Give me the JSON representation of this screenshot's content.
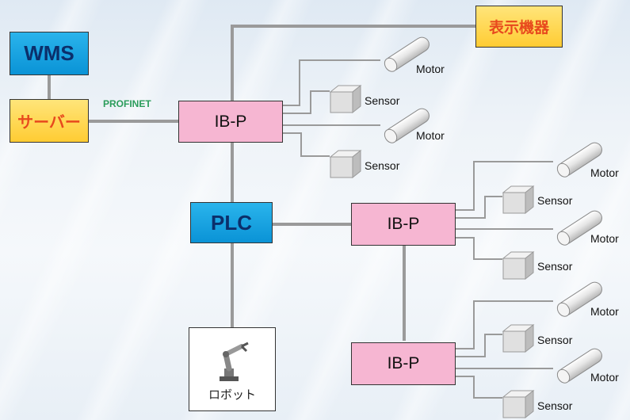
{
  "nodes": {
    "wms": "WMS",
    "server": "サーバー",
    "display": "表示機器",
    "plc": "PLC",
    "ibp1": "IB-P",
    "ibp2": "IB-P",
    "ibp3": "IB-P",
    "robot": "ロボット"
  },
  "network_label": "PROFINET",
  "devices": {
    "motor": "Motor",
    "sensor": "Sensor"
  },
  "colors": {
    "plc_wms": "#0a93d6",
    "server_display": "#ffcc33",
    "ibp": "#f6b6d2",
    "profinet_label": "#2a9c5a",
    "wire": "#9a9a9a"
  }
}
